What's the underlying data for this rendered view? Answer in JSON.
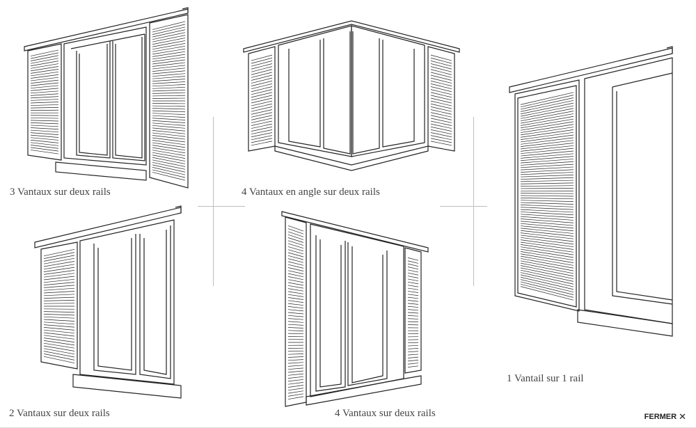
{
  "panels": [
    {
      "id": "p1",
      "caption": "3 Vantaux  sur deux rails"
    },
    {
      "id": "p2",
      "caption": "4 Vantaux  en angle sur deux rails"
    },
    {
      "id": "p3",
      "caption": "1 Vantail  sur 1 rail"
    },
    {
      "id": "p4",
      "caption": "2 Vantaux  sur deux rails"
    },
    {
      "id": "p5",
      "caption": "4 Vantaux  sur deux rails"
    }
  ],
  "close_label": "FERMER",
  "close_icon": "close-icon",
  "line_color": "#222222",
  "divider_color": "#bdbdbd"
}
